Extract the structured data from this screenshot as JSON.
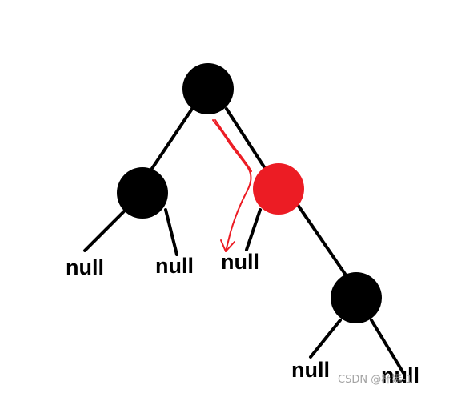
{
  "diagram": {
    "nodes": [
      {
        "id": "root",
        "color": "#000000"
      },
      {
        "id": "left-child",
        "color": "#000000"
      },
      {
        "id": "right-child",
        "color": "#ec1c24"
      },
      {
        "id": "right-right-child",
        "color": "#000000"
      }
    ],
    "null_labels": [
      "null",
      "null",
      "null",
      "null",
      "null"
    ],
    "arrow_color": "#ec1c24"
  },
  "watermark": {
    "text": "CSDN @杯嫣-1"
  }
}
